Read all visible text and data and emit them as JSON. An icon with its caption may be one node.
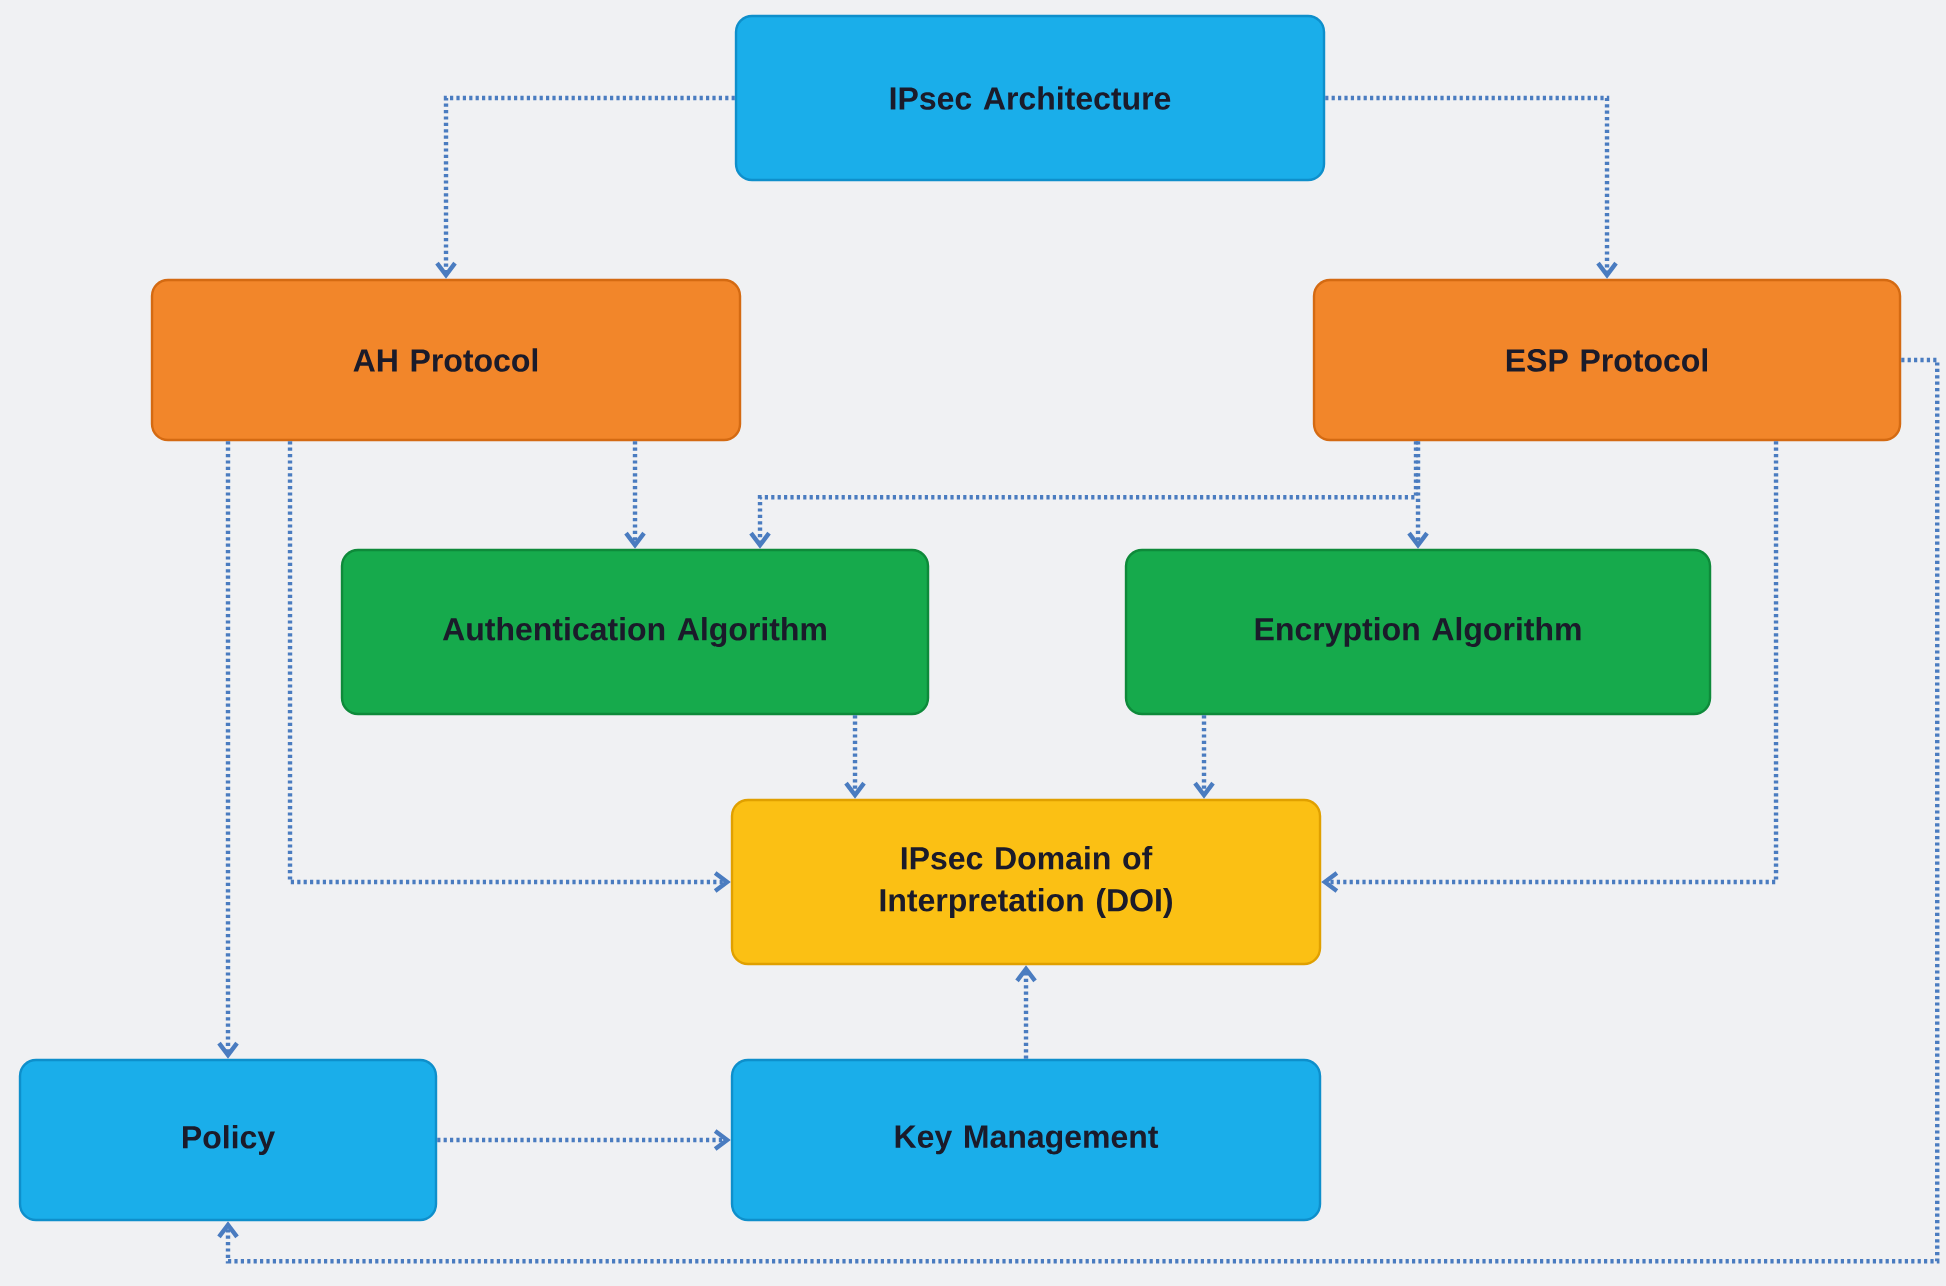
{
  "diagram": {
    "nodes": [
      {
        "text": [
          "IPsec Architecture"
        ]
      },
      {
        "text": [
          "AH Protocol"
        ]
      },
      {
        "text": [
          "ESP Protocol"
        ]
      },
      {
        "text": [
          "Authentication Algorithm"
        ]
      },
      {
        "text": [
          "Encryption Algorithm"
        ]
      },
      {
        "text": [
          "IPsec Domain of Interpretation (DOI)"
        ]
      },
      {
        "text": [
          "Policy"
        ]
      },
      {
        "text": [
          "Key Management"
        ]
      }
    ],
    "edges": [
      {
        "from": 0,
        "to": 1,
        "arrow": "to"
      },
      {
        "from": 0,
        "to": 2,
        "arrow": "to"
      },
      {
        "from": 1,
        "to": 3,
        "arrow": "to"
      },
      {
        "from": 2,
        "to": 3,
        "arrow": "to"
      },
      {
        "from": 2,
        "to": 4,
        "arrow": "to"
      },
      {
        "from": 1,
        "to": 5,
        "arrow": "to"
      },
      {
        "from": 1,
        "to": 6,
        "arrow": "to"
      },
      {
        "from": 3,
        "to": 5,
        "arrow": "to"
      },
      {
        "from": 4,
        "to": 5,
        "arrow": "to"
      },
      {
        "from": 2,
        "to": 5,
        "arrow": "to"
      },
      {
        "from": 2,
        "to": 6,
        "arrow": "to"
      },
      {
        "from": 6,
        "to": 7,
        "arrow": "to"
      },
      {
        "from": 7,
        "to": 5,
        "arrow": "to"
      }
    ]
  }
}
